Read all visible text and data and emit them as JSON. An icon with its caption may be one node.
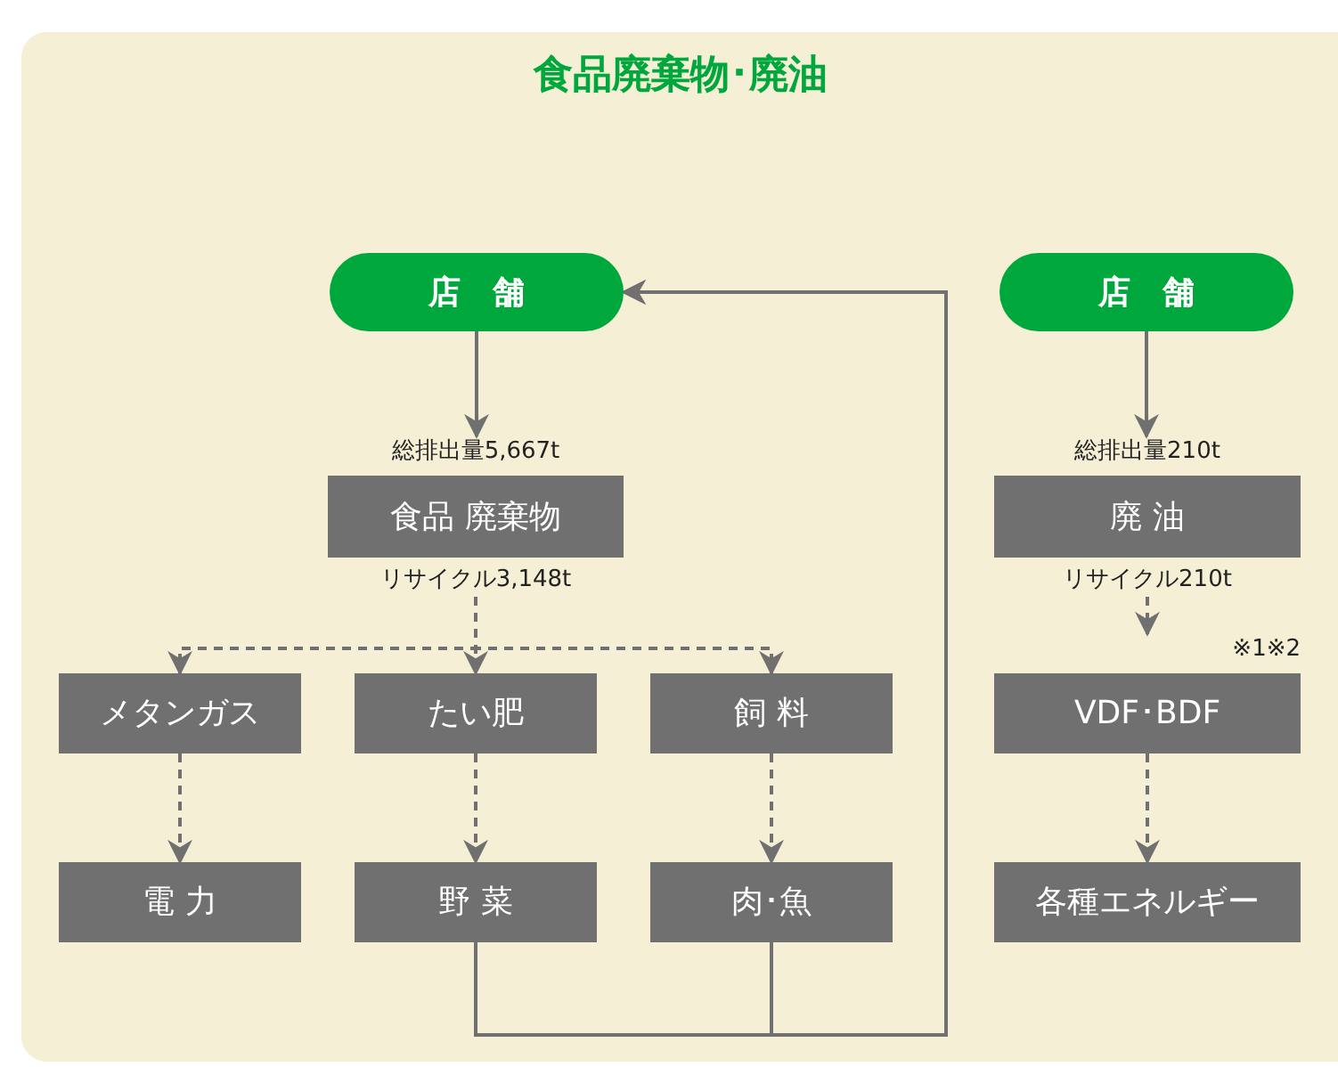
{
  "diagram": {
    "title": "食品廃棄物･廃油",
    "nodes": [
      {
        "text": [
          "店　舗"
        ]
      },
      {
        "text": [
          "食品 廃棄物"
        ],
        "beside": [
          "総排出量5,667t",
          "リサイクル3,148t"
        ]
      },
      {
        "text": [
          "メタンガス"
        ]
      },
      {
        "text": [
          "たい肥"
        ]
      },
      {
        "text": [
          "飼 料"
        ]
      },
      {
        "text": [
          "電 力"
        ]
      },
      {
        "text": [
          "野 菜"
        ]
      },
      {
        "text": [
          "肉･魚"
        ]
      },
      {
        "text": [
          "店　舗"
        ]
      },
      {
        "text": [
          "廃 油"
        ],
        "beside": [
          "総排出量210t",
          "リサイクル210t"
        ]
      },
      {
        "text": [
          "VDF･BDF"
        ],
        "beside": [
          "※1※2"
        ]
      },
      {
        "text": [
          "各種エネルギー"
        ]
      }
    ],
    "edges": [
      {
        "from": 0,
        "to": 1,
        "arrow": "to"
      },
      {
        "from": 1,
        "to": 2,
        "arrow": "to",
        "style": "dashed"
      },
      {
        "from": 1,
        "to": 3,
        "arrow": "to",
        "style": "dashed"
      },
      {
        "from": 1,
        "to": 4,
        "arrow": "to",
        "style": "dashed"
      },
      {
        "from": 2,
        "to": 5,
        "arrow": "to",
        "style": "dashed"
      },
      {
        "from": 3,
        "to": 6,
        "arrow": "to",
        "style": "dashed"
      },
      {
        "from": 4,
        "to": 7,
        "arrow": "to",
        "style": "dashed"
      },
      {
        "from": 6,
        "to": 0,
        "arrow": "to"
      },
      {
        "from": 7,
        "to": 0,
        "arrow": "to"
      },
      {
        "from": 8,
        "to": 9,
        "arrow": "to"
      },
      {
        "from": 9,
        "to": 10,
        "arrow": "to",
        "style": "dashed"
      },
      {
        "from": 10,
        "to": 11,
        "arrow": "to",
        "style": "dashed"
      }
    ]
  }
}
